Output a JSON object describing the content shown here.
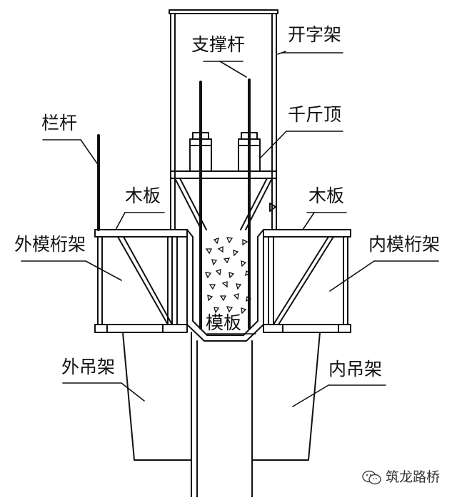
{
  "labels": {
    "kaizijia": "开字架",
    "zhichenggan": "支撑杆",
    "qianjinding": "千斤顶",
    "langan": "栏杆",
    "muban_left": "木板",
    "muban_right": "木板",
    "waimo_hengjia": "外模桁架",
    "neimo_hengjia": "内模桁架",
    "muban_form": "模板",
    "wai_diaojia": "外吊架",
    "nei_diaojia": "内吊架"
  },
  "watermark": {
    "text": "筑龙路桥",
    "icon": "wechat-icon"
  },
  "colors": {
    "line": "#111111",
    "background": "#ffffff"
  }
}
